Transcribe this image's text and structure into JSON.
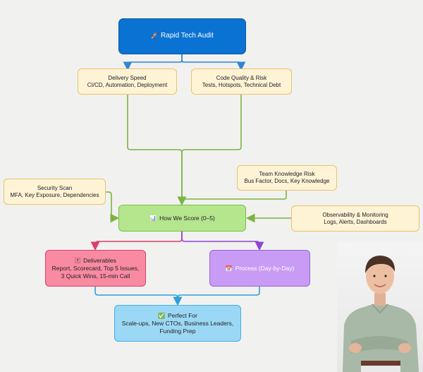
{
  "nodes": {
    "audit": {
      "icon": "rocket-icon",
      "glyph": "🚀",
      "title": "Rapid Tech Audit"
    },
    "delivery": {
      "title": "Delivery Speed",
      "sub": "CI/CD, Automation, Deployment"
    },
    "quality": {
      "title": "Code Quality & Risk",
      "sub": "Tests, Hotspots, Technical Debt"
    },
    "knowledge": {
      "title": "Team Knowledge Risk",
      "sub": "Bus Factor, Docs, Key Knowledge"
    },
    "security": {
      "title": "Security Scan",
      "sub": "MFA, Key Exposure, Dependencies"
    },
    "observability": {
      "title": "Observability & Monitoring",
      "sub": "Logs, Alerts, Dashboards"
    },
    "score": {
      "icon": "bar-chart-icon",
      "glyph": "📊",
      "title": "How We Score (0–5)"
    },
    "deliverables": {
      "icon": "t-icon",
      "glyph": "🅃",
      "title": "Deliverables",
      "sub": "Report, Scorecard, Top 5 Issues, 3 Quick Wins, 15-min Call"
    },
    "process": {
      "icon": "calendar-icon",
      "glyph": "📅",
      "title": "Process (Day-by-Day)"
    },
    "perfect": {
      "icon": "check-icon",
      "glyph": "✅",
      "title": "Perfect For",
      "sub": "Scale-ups, New CTOs, Business Leaders, Funding Prep"
    }
  },
  "colors": {
    "arrow_blue": "#2f86d6",
    "arrow_green": "#7cb342",
    "arrow_pink": "#d8416a",
    "arrow_purple": "#8e44d8",
    "arrow_cyan": "#2aa0dc"
  },
  "photo": {
    "icon": "person-photo"
  }
}
